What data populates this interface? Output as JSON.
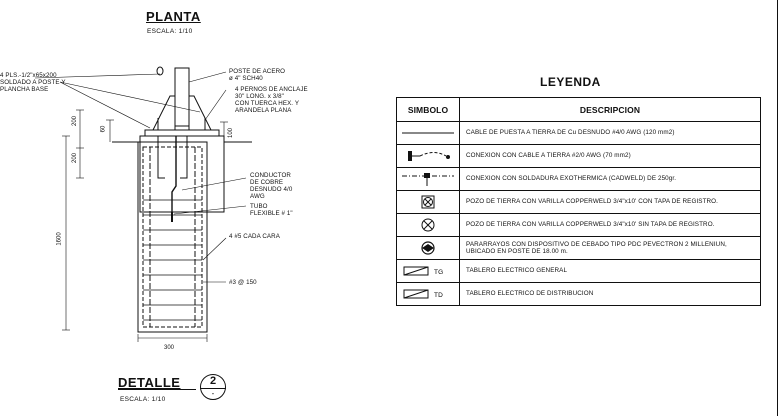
{
  "planta": {
    "title": "PLANTA",
    "scale": "ESCALA: 1/10"
  },
  "detalle": {
    "title": "DETALLE",
    "number": "2",
    "sub": "-",
    "scale": "ESCALA: 1/10"
  },
  "notes": {
    "plates": "4 PLS.-1/2\"x65x200\nSOLDADO A POSTE Y\nPLANCHA BASE",
    "post": "POSTE DE ACERO\nø 4\" SCH40",
    "bolts": "4 PERNOS DE ANCLAJE\n30\" LONG. x 3/8\"\nCON TUERCA HEX. Y\nARANDELA PLANA",
    "conductor": "CONDUCTOR\nDE COBRE\nDESNUDO 4/0\nAWG",
    "tube": "TUBO\nFLEXIBLE # 1\"",
    "rebar_vertical": "4 #5 CADA CARA",
    "stirrups": "#3 @ 150"
  },
  "dimensions": {
    "d200_top": "200",
    "d60": "60",
    "d200_left": "200",
    "d1600": "1600",
    "d100": "100",
    "d300": "300"
  },
  "legend": {
    "title": "LEYENDA",
    "col_symbol": "SIMBOLO",
    "col_description": "DESCRIPCION",
    "rows": [
      {
        "symbol": "ground-cable",
        "description": "CABLE DE PUESTA A TIERRA DE Cu DESNUDO #4/0 AWG (120 mm2)"
      },
      {
        "symbol": "cable-connection",
        "description": "CONEXION CON CABLE A TIERRA #2/0 AWG (70 mm2)"
      },
      {
        "symbol": "exothermic-weld",
        "description": "CONEXION CON SOLDADURA EXOTHERMICA (CADWELD) DE 250gr."
      },
      {
        "symbol": "ground-well-with-cover",
        "description": "POZO DE TIERRA CON VARILLA COPPERWELD 3/4\"x10' CON TAPA DE REGISTRO."
      },
      {
        "symbol": "ground-well-no-cover",
        "description": "POZO DE TIERRA CON VARILLA COPPERWELD 3/4\"x10' SIN TAPA DE REGISTRO."
      },
      {
        "symbol": "lightning-rod",
        "description": "PARARRAYOS CON DISPOSITIVO DE CEBADO TIPO PDC PEVECTRON 2 MILLENIUN, UBICADO EN POSTE DE 18.00 m."
      },
      {
        "symbol": "panel-general",
        "symbol_label": "TG",
        "description": "TABLERO ELECTRICO GENERAL"
      },
      {
        "symbol": "panel-distribution",
        "symbol_label": "TD",
        "description": "TABLERO ELECTRICO DE DISTRIBUCION"
      }
    ]
  }
}
